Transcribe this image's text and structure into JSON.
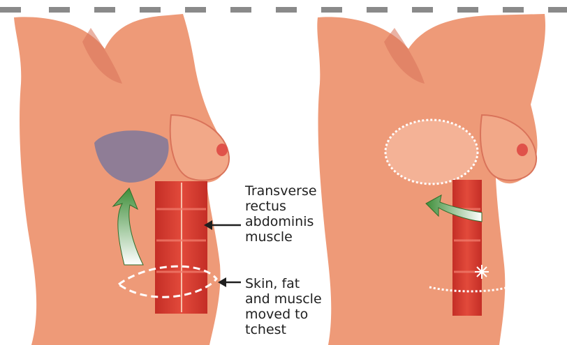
{
  "labels": {
    "muscle": "Transverse\nrectus\nabdominis\nmuscle",
    "skin": "Skin, fat\nand muscle\nmoved to\ntchest"
  },
  "colors": {
    "skin": "#ee9a78",
    "skin_shadow": "#d9735a",
    "muscle": "#d6392f",
    "arrow": "#3f8f3a",
    "tissue_patch": "#8f7d96",
    "dash_bar": "#8a8a8a"
  },
  "icons": [
    "arrow-up-green",
    "arrow-left-green",
    "pointer-arrow"
  ]
}
